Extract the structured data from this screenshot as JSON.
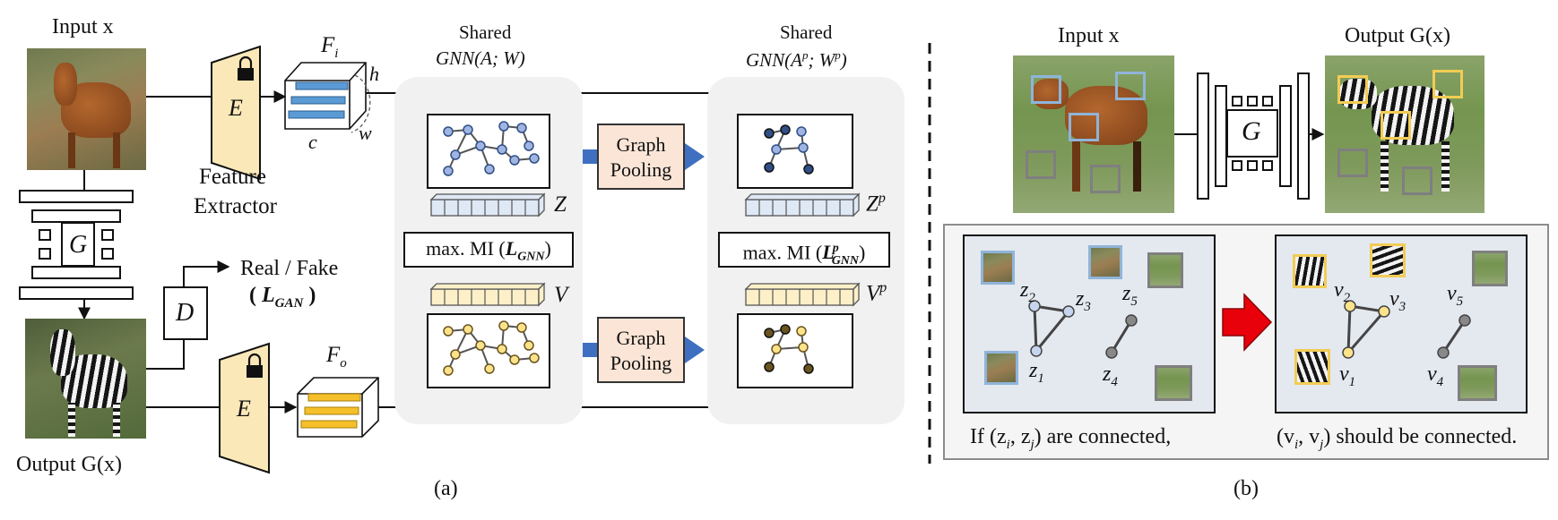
{
  "a": {
    "input_label": "Input x",
    "output_label": "Output G(x)",
    "feature_extractor_line1": "Feature",
    "feature_extractor_line2": "Extractor",
    "e_label": "E",
    "g_label": "G",
    "d_label": "D",
    "fi_label": "F",
    "fi_sub": "i",
    "fo_label": "F",
    "fo_sub": "o",
    "h_label": "h",
    "w_label": "w",
    "c_label": "c",
    "real_fake": "Real / Fake",
    "l_gan_open": "( ",
    "l_gan": "L",
    "l_gan_sub": "GAN",
    "l_gan_close": " )",
    "shared1": "Shared",
    "gnn1": "GNN(A; W)",
    "shared2": "Shared",
    "gnn2": "GNN(A",
    "gnn2_sup1": "p",
    "gnn2_mid": "; W",
    "gnn2_sup2": "p",
    "gnn2_end": ")",
    "graph_pooling_1": "Graph",
    "graph_pooling_2": "Pooling",
    "mi1_prefix": "max. MI (",
    "mi1_l": "L",
    "mi1_sub": "GNN",
    "mi1_suffix": ")",
    "mi2_prefix": "max. MI (",
    "mi2_l": "L",
    "mi2_sup": "p",
    "mi2_sub": "GNN",
    "mi2_suffix": ")",
    "z_label": "Z",
    "v_label": "V",
    "zp_label": "Z",
    "zp_sup": "p",
    "vp_label": "V",
    "vp_sup": "p",
    "caption": "(a)"
  },
  "b": {
    "input_label": "Input x",
    "output_label": "Output G(x)",
    "g_label": "G",
    "z1": "z",
    "z1_sub": "1",
    "z2": "z",
    "z2_sub": "2",
    "z3": "z",
    "z3_sub": "3",
    "z4": "z",
    "z4_sub": "4",
    "z5": "z",
    "z5_sub": "5",
    "v1": "v",
    "v1_sub": "1",
    "v2": "v",
    "v2_sub": "2",
    "v3": "v",
    "v3_sub": "3",
    "v4": "v",
    "v4_sub": "4",
    "v5": "v",
    "v5_sub": "5",
    "caption_left": "If (z",
    "caption_left_sub1": "i",
    "caption_left_mid": ", z",
    "caption_left_sub2": "j",
    "caption_left_end": ") are connected,",
    "caption_right": "(v",
    "caption_right_sub1": "i",
    "caption_right_mid": ", v",
    "caption_right_sub2": "j",
    "caption_right_end": ") should be connected.",
    "caption": "(b)"
  },
  "colors": {
    "feature_blue": "#5b9bd5",
    "feature_yellow": "#f5c02a",
    "extractor_fill": "#fbe8b8",
    "node_blue": "#9fb4e0",
    "node_yellow": "#fce28a",
    "node_dark_blue": "#2f4f86",
    "node_dark_yellow": "#6b5420",
    "z_vector": "#dfe8f5",
    "v_vector": "#fdf0c8",
    "pool_fill": "#fbe5d6",
    "pool_arrow": "#3f6fc0",
    "patch_blue": "#8fb4d9",
    "patch_yellow": "#f2cc55",
    "patch_gray": "#7f7f7f",
    "red_arrow": "#e8000b"
  }
}
